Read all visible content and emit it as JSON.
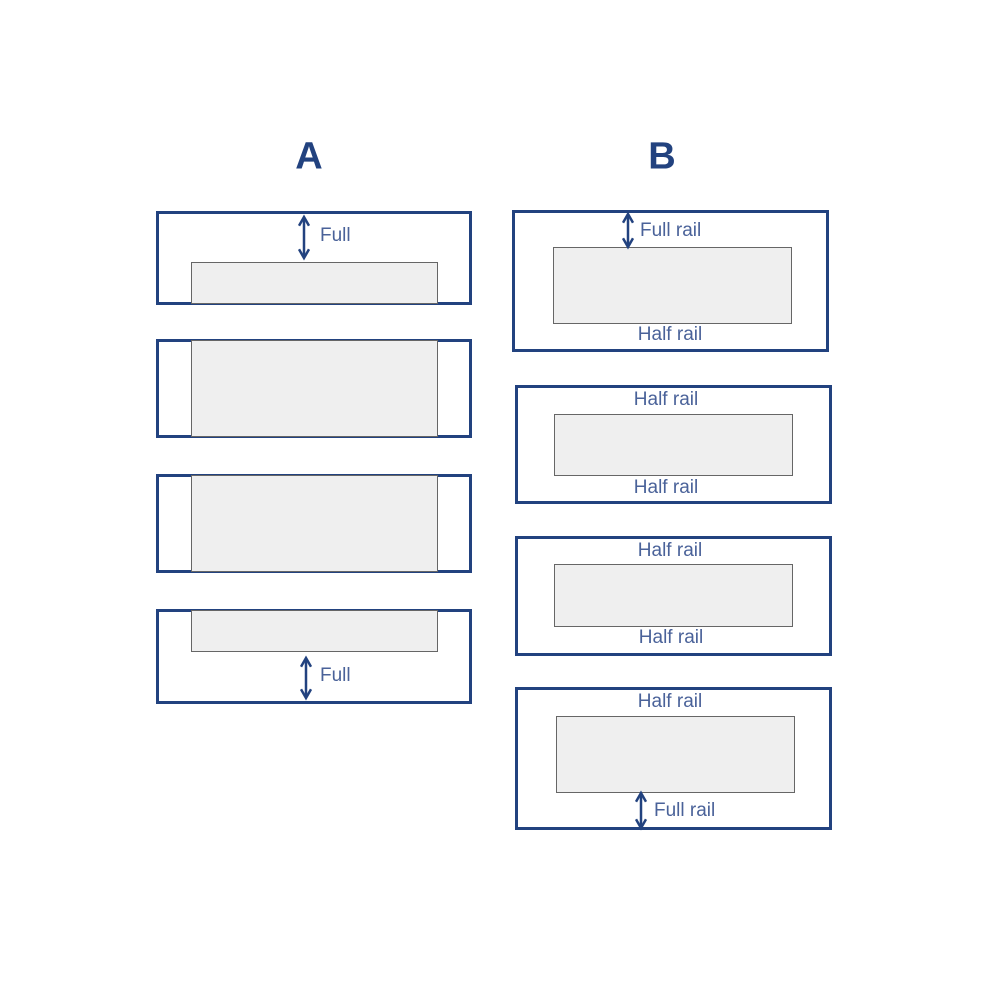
{
  "columns": [
    {
      "title": "A",
      "panels": [
        {
          "top_label": "Full"
        },
        {},
        {},
        {
          "bottom_label": "Full"
        }
      ]
    },
    {
      "title": "B",
      "panels": [
        {
          "top_label": "Full rail",
          "bottom_label": "Half rail"
        },
        {
          "top_label": "Half rail",
          "bottom_label": "Half rail"
        },
        {
          "top_label": "Half rail",
          "bottom_label": "Half rail"
        },
        {
          "top_label": "Half rail",
          "bottom_label": "Full rail"
        }
      ]
    }
  ],
  "colors": {
    "frame": "#22427f",
    "label": "#4a6299",
    "panel_fill": "#efefef",
    "panel_border": "#666666"
  }
}
